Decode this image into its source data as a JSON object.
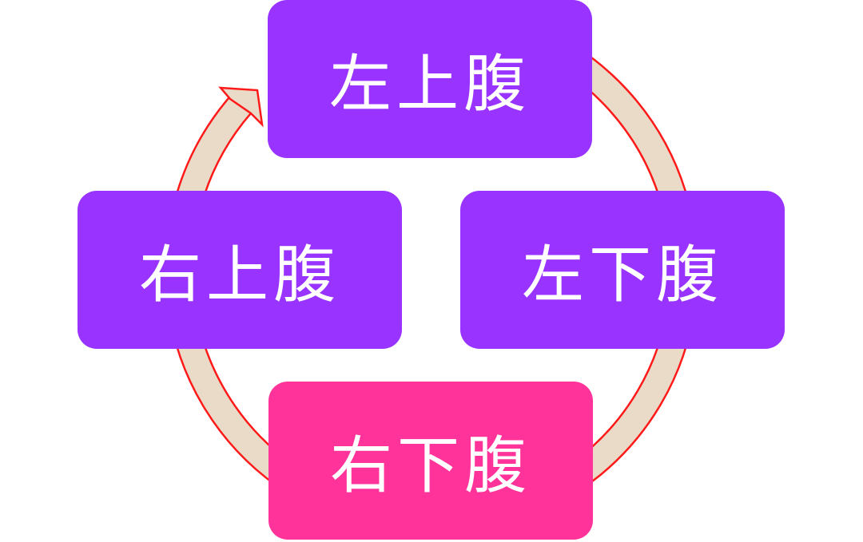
{
  "colors": {
    "primary": "#9933ff",
    "highlight": "#ff3399",
    "arrow_fill": "#eadbc8",
    "arrow_outline": "#ff1a1a"
  },
  "nodes": [
    {
      "label": "左上腹",
      "highlighted": false
    },
    {
      "label": "左下腹",
      "highlighted": false
    },
    {
      "label": "右下腹",
      "highlighted": true
    },
    {
      "label": "右上腹",
      "highlighted": false
    }
  ]
}
